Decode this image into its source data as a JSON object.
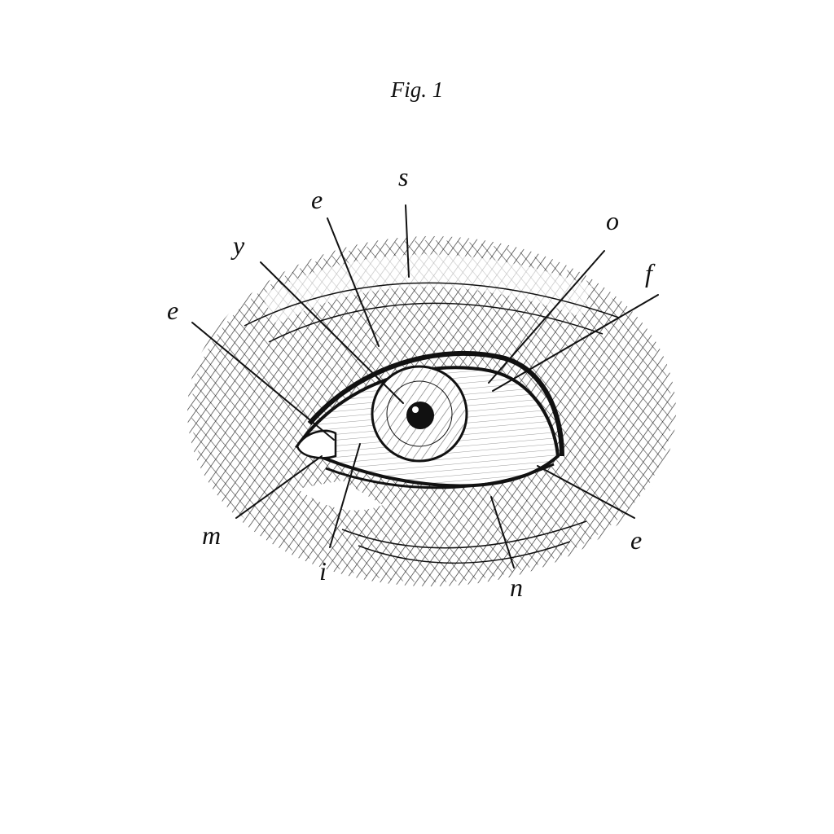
{
  "figure": {
    "title": "Fig. 1",
    "labels": {
      "s": "s",
      "e_top": "e",
      "y": "y",
      "e_left": "e",
      "o": "o",
      "f": "f",
      "e_right": "e",
      "n": "n",
      "i": "i",
      "m": "m"
    }
  }
}
